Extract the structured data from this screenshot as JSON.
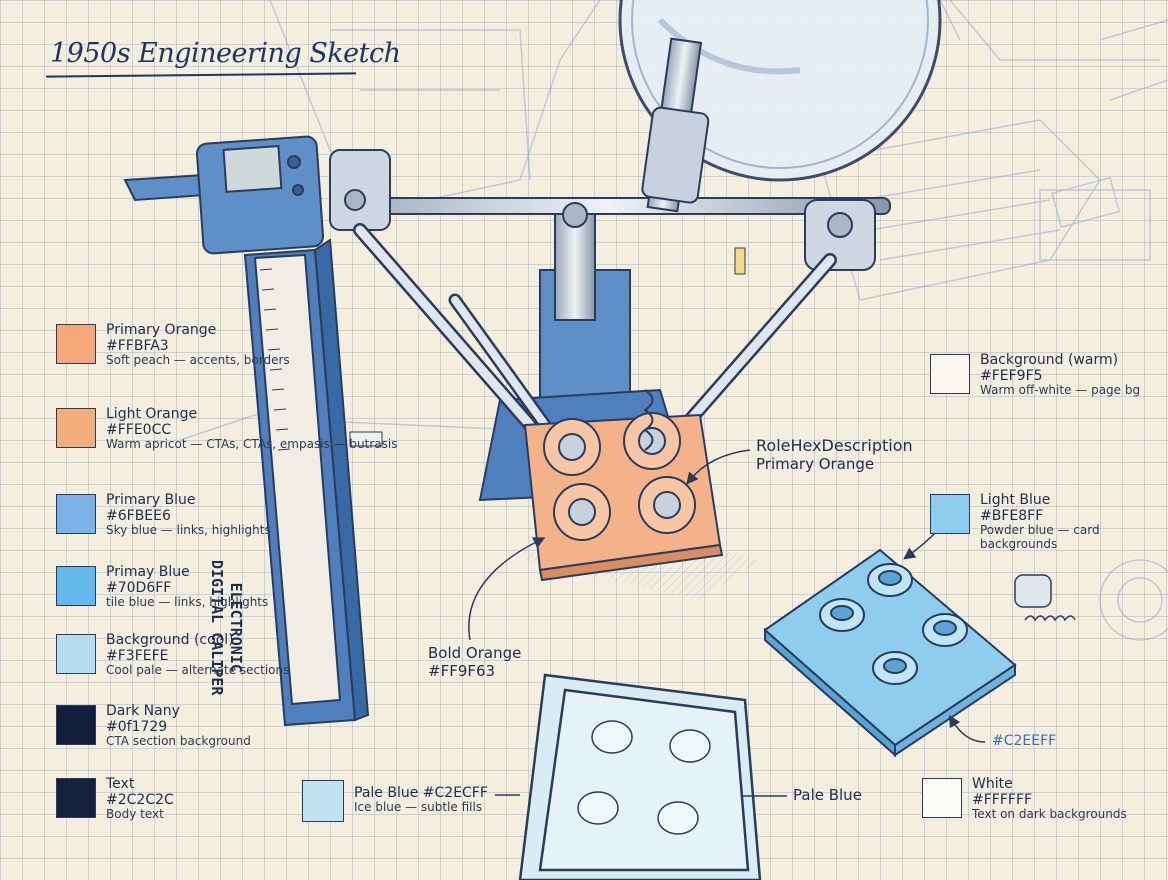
{
  "title": "1950s Engineering Sketch",
  "caliper_label": [
    "ELECTRONIC",
    "DIGITAL CALIPER"
  ],
  "palette": [
    {
      "name": "Primary Orange",
      "hex": "#FFBFA3",
      "description": "Soft peach — accents, borders",
      "color": "#F7A87A"
    },
    {
      "name": "Light Orange",
      "hex": "#FFE0CC",
      "description": "Warm apricot — CTAs, CTAs, empasis — butrasis",
      "color": "#F4AD7C"
    },
    {
      "name": "Primary Blue",
      "hex": "#6FBEE6",
      "description": "Sky blue — links, highlights",
      "color": "#7BB3E8"
    },
    {
      "name": "Primay Blue",
      "hex": "#70D6FF",
      "description": "tile blue — links, highlights",
      "color": "#64B8EC"
    },
    {
      "name": "Background (cool)",
      "hex": "#F3FEFE",
      "description": "Cool pale — alternate sections",
      "color": "#B6DDEE"
    },
    {
      "name": "Dark Nany",
      "hex": "#0f1729",
      "description": "CTA section background",
      "color": "#131f3a"
    },
    {
      "name": "Text",
      "hex": "#2C2C2C",
      "description": "Body text",
      "color": "#14223c"
    }
  ],
  "right_palette": [
    {
      "name": "Background (warm)",
      "hex": "#FEF9F5",
      "description": "Warm off-white — page bg",
      "color": "#FBF7EE"
    },
    {
      "name": "Light Blue",
      "hex": "#BFE8FF",
      "description": "Powder blue — card backgrounds",
      "color": "#8FCDEF"
    },
    {
      "name": "White",
      "hex": "#FFFFFF",
      "description": "Text on dark backgrounds",
      "color": "#FCFAF4"
    }
  ],
  "pale_blue_swatch": {
    "name_hex": "Pale Blue #C2ECFF",
    "description": "Ice blue — subtle fills",
    "color": "#BFE3F3"
  },
  "annotations": {
    "role_header": "RoleHexDescription",
    "role_value": "Primary Orange",
    "bold_orange_name": "Bold Orange",
    "bold_orange_hex": "#FF9F63",
    "pale_blue": "Pale Blue",
    "c2eeff": "#C2EEFF"
  }
}
